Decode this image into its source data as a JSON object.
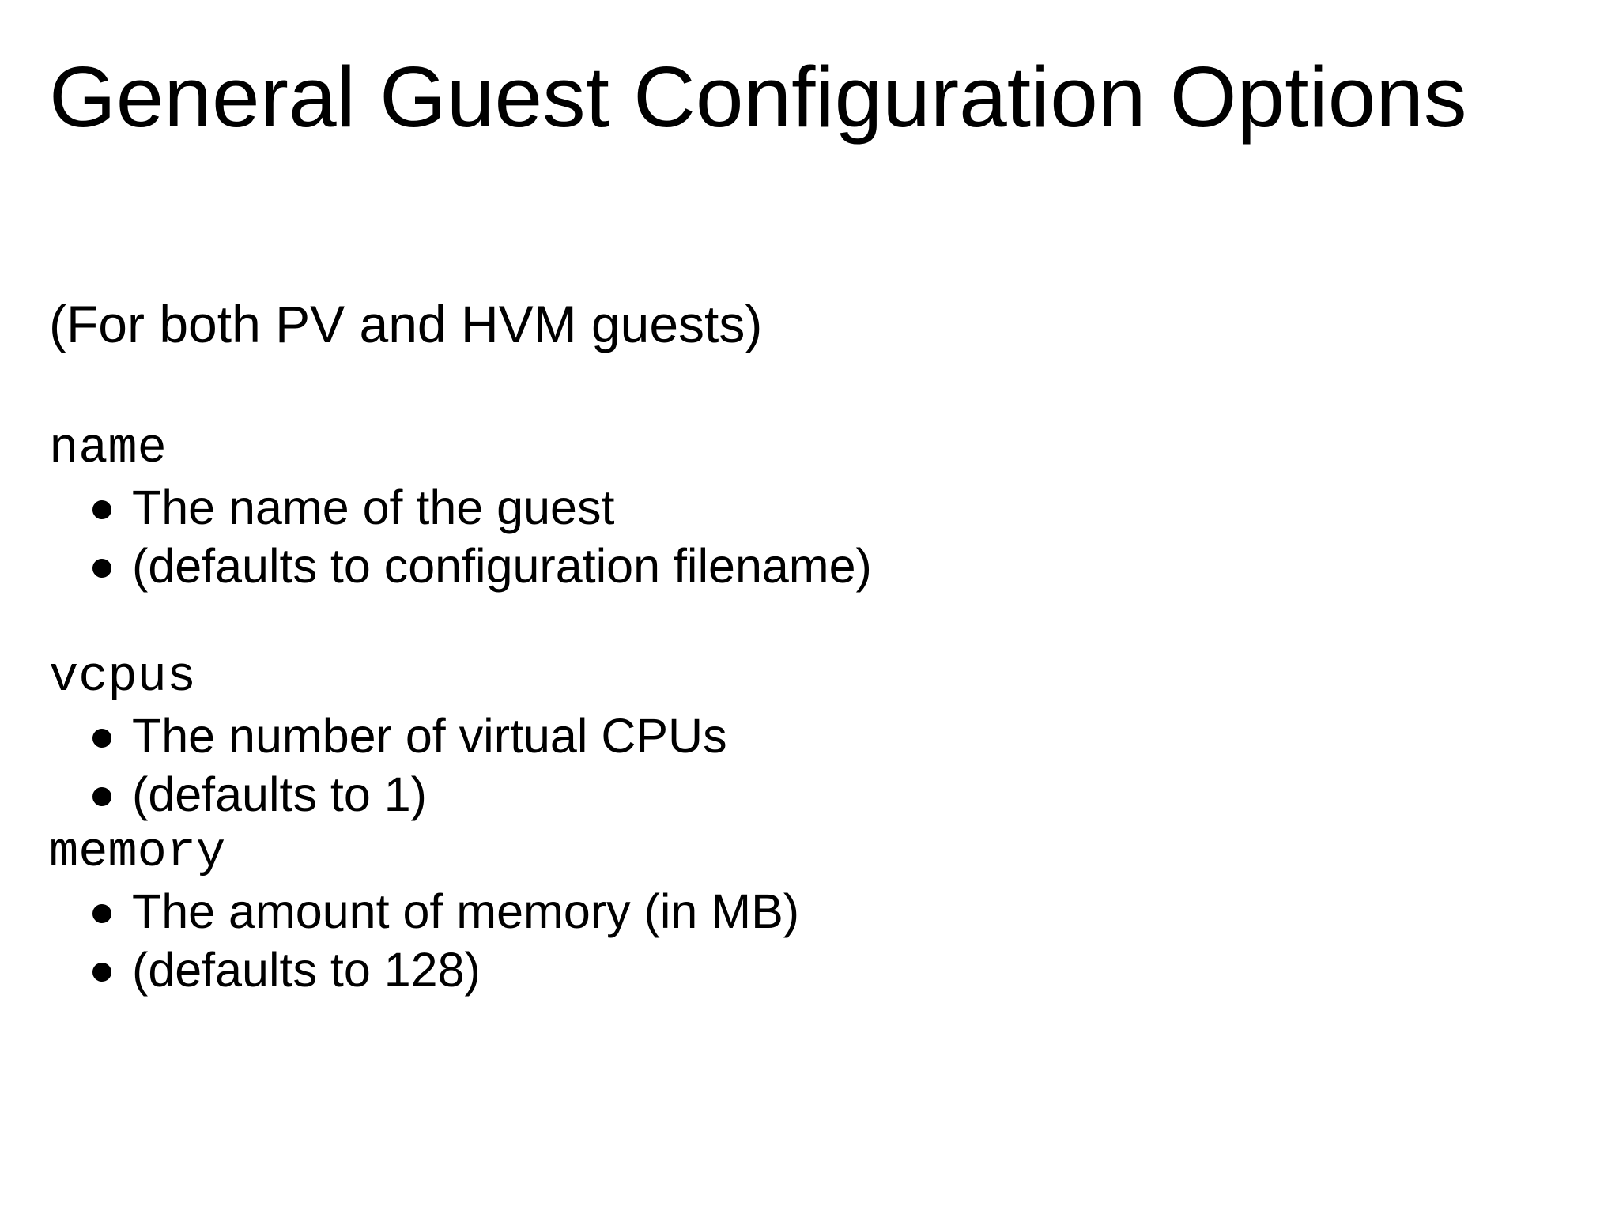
{
  "slide": {
    "title": "General Guest Configuration Options",
    "subtitle": "(For both PV and HVM guests)",
    "sections": [
      {
        "keyword": "name",
        "bullets": [
          "The name of the guest",
          "(defaults to configuration filename)"
        ]
      },
      {
        "keyword": "vcpus",
        "bullets": [
          "The number of virtual CPUs",
          "(defaults to 1)"
        ]
      },
      {
        "keyword": "memory",
        "bullets": [
          "The amount of memory (in MB)",
          "(defaults to 128)"
        ]
      }
    ],
    "colors": {
      "background": "#ffffff",
      "text": "#000000"
    }
  }
}
